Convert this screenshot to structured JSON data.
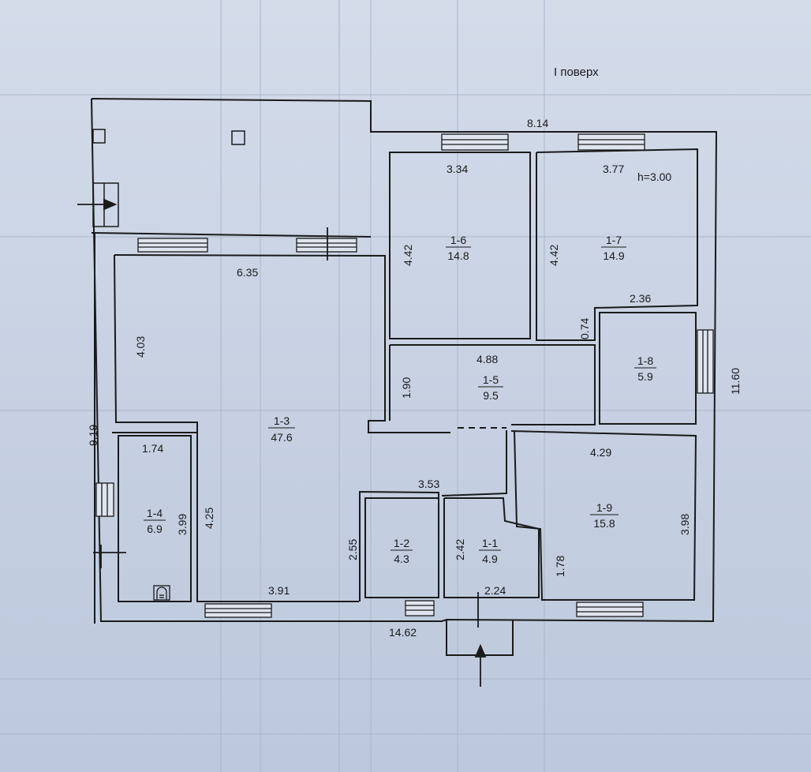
{
  "plan": {
    "title": "I поверх",
    "height_note": "h=3.00",
    "rooms": [
      {
        "id": "1-1",
        "area": "4.9"
      },
      {
        "id": "1-2",
        "area": "4.3"
      },
      {
        "id": "1-3",
        "area": "47.6"
      },
      {
        "id": "1-4",
        "area": "6.9"
      },
      {
        "id": "1-5",
        "area": "9.5"
      },
      {
        "id": "1-6",
        "area": "14.8"
      },
      {
        "id": "1-7",
        "area": "14.9"
      },
      {
        "id": "1-8",
        "area": "5.9"
      },
      {
        "id": "1-9",
        "area": "15.8"
      }
    ],
    "dimensions": {
      "top_overall": "8.14",
      "right_overall": "11.60",
      "bottom_overall": "14.62",
      "left_overall": "9.19",
      "r16_width": "3.34",
      "r16_length": "4.42",
      "r17_width": "3.77",
      "r17_length": "4.42",
      "r13_top": "6.35",
      "r13_left": "4.03",
      "r13_lower": "4.25",
      "r13_bottom": "3.91",
      "r15_width": "4.88",
      "r15_length": "1.90",
      "r18_width": "2.36",
      "r18_gap": "0.74",
      "r14_width": "1.74",
      "r14_length": "3.99",
      "r12_width": "3.53",
      "r12_length": "2.55",
      "r11_length": "2.42",
      "r11_width": "2.24",
      "r19_width": "4.29",
      "r19_length": "3.98",
      "r19_lower": "1.78"
    }
  }
}
